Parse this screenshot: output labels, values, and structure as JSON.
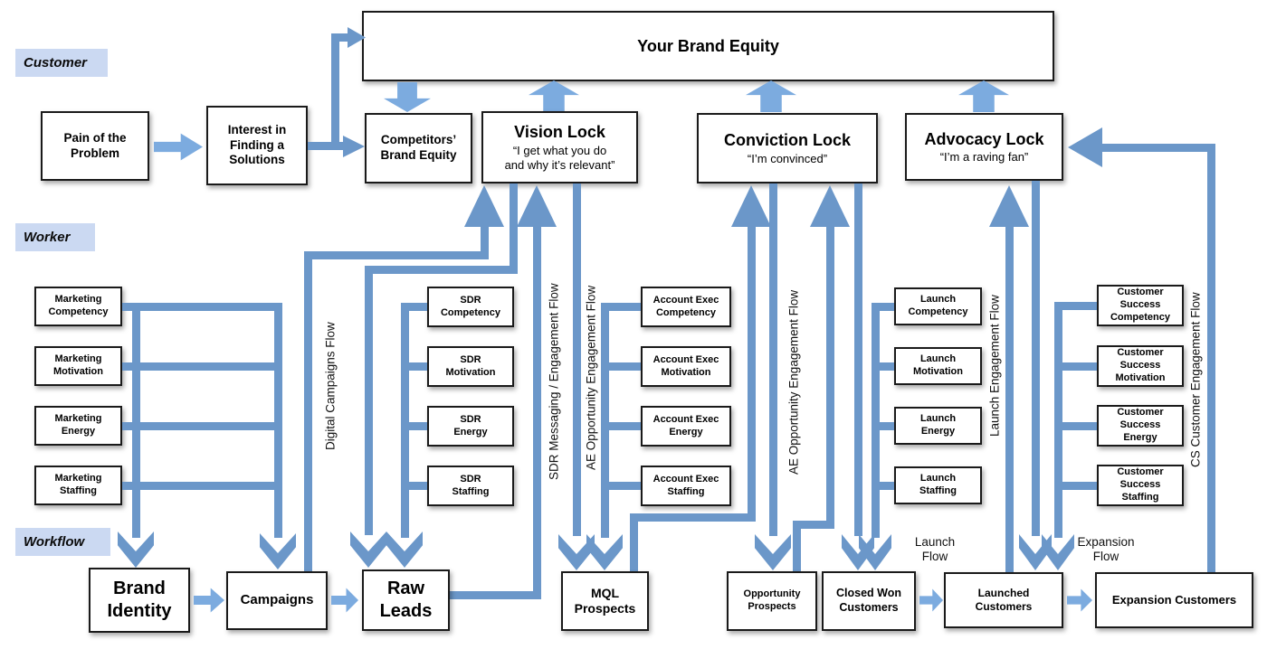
{
  "colors": {
    "pipe_blue": "#6B97C9",
    "arrow_light_blue": "#7CABDF",
    "band_label_bg": "#CBD9F2",
    "box_border": "#1a1a1a"
  },
  "bands": {
    "customer": "Customer",
    "worker": "Worker",
    "workflow": "Workflow"
  },
  "brand_equity": {
    "title": "Your Brand Equity"
  },
  "customer_row": {
    "pain": "Pain of the\nProblem",
    "interest": "Interest in\nFinding a\nSolutions",
    "competitors": "Competitors’\nBrand Equity",
    "vision": {
      "title": "Vision Lock",
      "quote": "“I get what you do\nand why it’s relevant”"
    },
    "conviction": {
      "title": "Conviction Lock",
      "quote": "“I’m convinced”"
    },
    "advocacy": {
      "title": "Advocacy Lock",
      "quote": "“I’m a raving fan”"
    }
  },
  "worker_columns": {
    "marketing": [
      "Marketing\nCompetency",
      "Marketing\nMotivation",
      "Marketing\nEnergy",
      "Marketing\nStaffing"
    ],
    "sdr": [
      "SDR\nCompetency",
      "SDR\nMotivation",
      "SDR\nEnergy",
      "SDR\nStaffing"
    ],
    "account_exec": [
      "Account Exec\nCompetency",
      "Account Exec\nMotivation",
      "Account Exec\nEnergy",
      "Account Exec\nStaffing"
    ],
    "launch": [
      "Launch\nCompetency",
      "Launch\nMotivation",
      "Launch\nEnergy",
      "Launch\nStaffing"
    ],
    "customer_success": [
      "Customer\nSuccess\nCompetency",
      "Customer\nSuccess\nMotivation",
      "Customer\nSuccess\nEnergy",
      "Customer\nSuccess\nStaffing"
    ]
  },
  "flow_labels": {
    "digital": "Digital Campaigns Flow",
    "sdr": "SDR Messaging / Engagement Flow",
    "ae_left": "AE Opportunity Engagement Flow",
    "ae_right": "AE Opportunity Engagement Flow",
    "launch": "Launch Engagement Flow",
    "cs": "CS Customer Engagement Flow",
    "launch_flow": "Launch\nFlow",
    "expansion_flow": "Expansion\nFlow"
  },
  "workflow_row": {
    "brand_identity": "Brand\nIdentity",
    "campaigns": "Campaigns",
    "raw_leads": "Raw\nLeads",
    "mql": "MQL\nProspects",
    "opportunity": "Opportunity\nProspects",
    "closed_won": "Closed Won\nCustomers",
    "launched": "Launched\nCustomers",
    "expansion": "Expansion Customers"
  }
}
